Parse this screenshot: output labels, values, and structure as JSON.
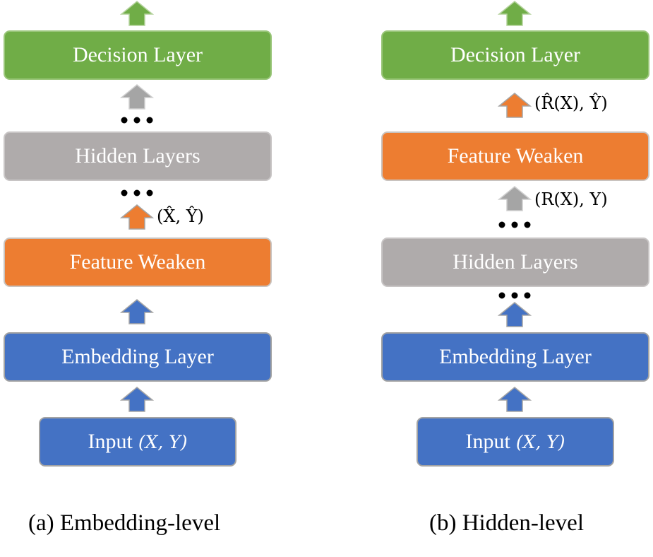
{
  "panel_a": {
    "decision": "Decision Layer",
    "hidden": "Hidden Layers",
    "weaken": "Feature Weaken",
    "embedding": "Embedding Layer",
    "input_prefix": "Input",
    "input_math": "(X, Y)",
    "weaken_output": "(X̂, Ŷ)",
    "caption": "(a) Embedding-level"
  },
  "panel_b": {
    "decision": "Decision Layer",
    "hidden": "Hidden Layers",
    "weaken": "Feature Weaken",
    "embedding": "Embedding Layer",
    "input_prefix": "Input",
    "input_math": "(X, Y)",
    "weaken_input": "(R(X), Y)",
    "weaken_output": "(R̂(X), Ŷ)",
    "caption": "(b) Hidden-level"
  },
  "colors": {
    "decision": "#70ad47",
    "hidden": "#afabab",
    "weaken": "#ed7d31",
    "embedding": "#4472c4"
  }
}
